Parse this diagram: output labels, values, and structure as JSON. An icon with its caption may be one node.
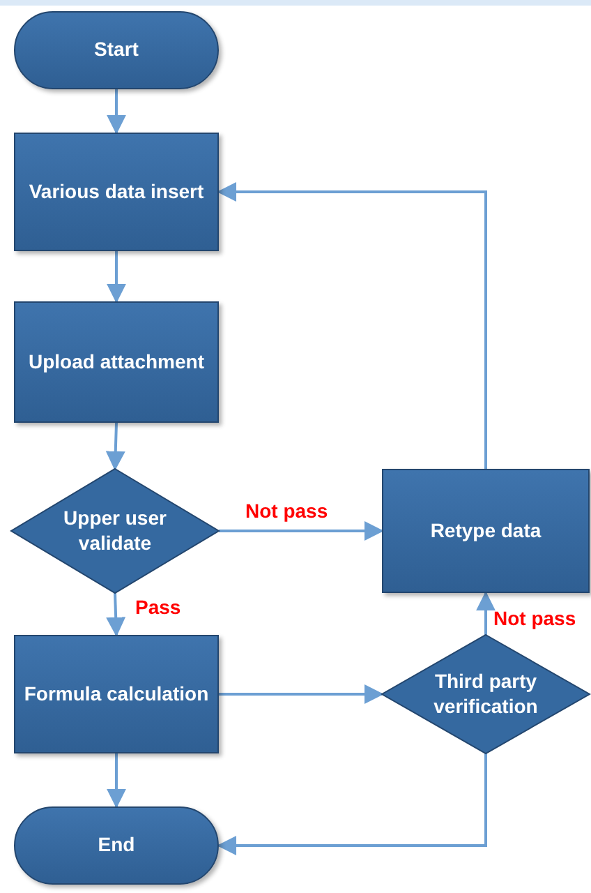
{
  "diagram": {
    "nodes": [
      {
        "text": [
          "Start"
        ]
      },
      {
        "text": [
          "Various data insert"
        ]
      },
      {
        "text": [
          "Upload attachment"
        ]
      },
      {
        "text": [
          "Upper user validate"
        ]
      },
      {
        "text": [
          "Formula calculation"
        ]
      },
      {
        "text": [
          "End"
        ]
      },
      {
        "text": [
          "Retype data"
        ]
      },
      {
        "text": [
          "Third party verification"
        ]
      }
    ],
    "edges": [
      {
        "from": 0,
        "to": 1,
        "arrow": "to"
      },
      {
        "from": 1,
        "to": 2,
        "arrow": "to"
      },
      {
        "from": 2,
        "to": 3,
        "arrow": "to"
      },
      {
        "from": 3,
        "to": 4,
        "arrow": "to",
        "label": "Pass"
      },
      {
        "from": 3,
        "to": 6,
        "arrow": "to",
        "label": "Not pass"
      },
      {
        "from": 6,
        "to": 1,
        "arrow": "to"
      },
      {
        "from": 4,
        "to": 7,
        "arrow": "to"
      },
      {
        "from": 7,
        "to": 6,
        "arrow": "to",
        "label": "Not pass"
      },
      {
        "from": 7,
        "to": 5,
        "arrow": "to"
      },
      {
        "from": 4,
        "to": 5,
        "arrow": "to"
      }
    ]
  }
}
